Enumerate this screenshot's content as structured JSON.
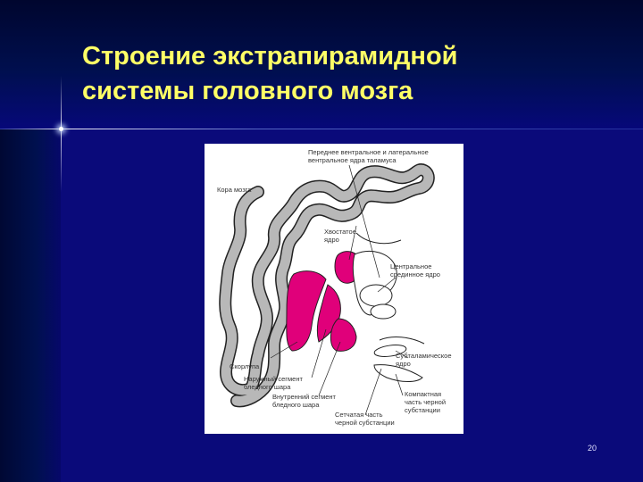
{
  "title": {
    "line1": "Строение экстрапирамидной",
    "line2": "системы головного мозга"
  },
  "figure": {
    "labels": {
      "thalamus_nuclei_line1": "Переднее вентральное и латеральное",
      "thalamus_nuclei_line2": "вентральное ядра таламуса",
      "cortex": "Кора мозга",
      "caudate_line1": "Хвостатое",
      "caudate_line2": "ядро",
      "centromedian_line1": "Центральное",
      "centromedian_line2": "срединное ядро",
      "putamen": "Скорлупа",
      "gp_external_line1": "Наружный сегмент",
      "gp_external_line2": "бледного шара",
      "gp_internal_line1": "Внутренний сегмент",
      "gp_internal_line2": "бледного шара",
      "subthalamic_line1": "Субталамическое",
      "subthalamic_line2": "ядро",
      "sn_compact_line1": "Компактная",
      "sn_compact_line2": "часть черной",
      "sn_compact_line3": "субстанции",
      "sn_reticular_line1": "Сетчатая часть",
      "sn_reticular_line2": "черной субстанции"
    },
    "colors": {
      "cortex_fill": "#b8b8b8",
      "basal_ganglia": "#e0007a",
      "outline": "#222222"
    }
  },
  "page_number": "20"
}
